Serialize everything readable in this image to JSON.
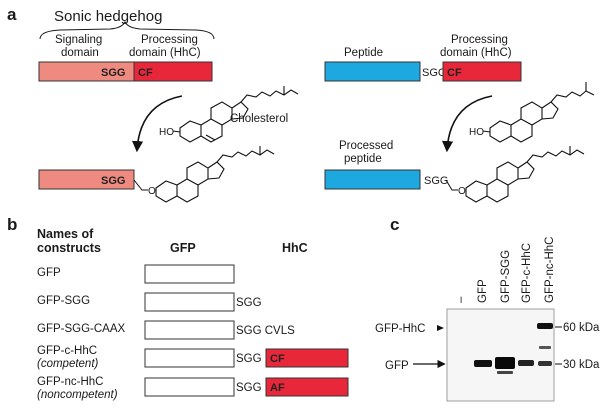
{
  "panel_a": {
    "panel_label": "a",
    "left": {
      "protein_name": "Sonic hedgehog",
      "signaling_domain_label": [
        "Signaling",
        "domain"
      ],
      "processing_domain_label": [
        "Processing",
        "domain (HhC)"
      ],
      "bar_text_sgg": "SGG",
      "bar_text_cf": "CF",
      "cholesterol_label": "Cholesterol",
      "product_sgg": "SGG",
      "ho_label": "HO",
      "o_label": "O"
    },
    "right": {
      "peptide_label": "Peptide",
      "processing_domain_label": [
        "Processing",
        "domain (HhC)"
      ],
      "sgg_text": "SGG",
      "cf_text": "CF",
      "processed_label": [
        "Processed",
        "peptide"
      ],
      "product_sgg": "SGG",
      "ho_label": "HO",
      "o_label": "O"
    },
    "colors": {
      "signaling": "#ef8a80",
      "processing": "#e8283a",
      "peptide": "#1ea8e0"
    }
  },
  "panel_b": {
    "panel_label": "b",
    "header_names": [
      "Names of",
      "constructs"
    ],
    "header_gfp": "GFP",
    "header_hhc": "HhC",
    "constructs": [
      {
        "name": "GFP",
        "suffix": "",
        "domain_text": ""
      },
      {
        "name": "GFP-SGG",
        "suffix": "SGG",
        "domain_text": ""
      },
      {
        "name": "GFP-SGG-CAAX",
        "suffix": "SGG CVLS",
        "domain_text": ""
      },
      {
        "name": "GFP-c-HhC",
        "subname": "(competent)",
        "suffix": "SGG",
        "domain_text": "CF"
      },
      {
        "name": "GFP-nc-HhC",
        "subname": "(noncompetent)",
        "suffix": "SGG",
        "domain_text": "AF"
      }
    ]
  },
  "panel_c": {
    "panel_label": "c",
    "lanes": [
      "–",
      "GFP",
      "GFP-SGG",
      "GFP-c-HhC",
      "GFP-nc-HhC"
    ],
    "left_labels": [
      "GFP-HhC",
      "GFP"
    ],
    "markers": [
      "60 kDa",
      "30 kDa"
    ]
  }
}
